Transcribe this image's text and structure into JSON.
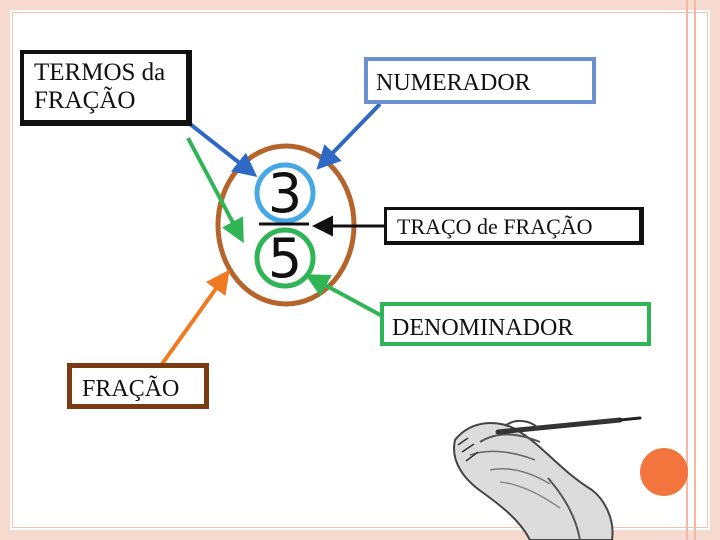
{
  "labels": {
    "termos": "TERMOS da FRAÇÃO",
    "numerador": "NUMERADOR",
    "traco": "TRAÇO de FRAÇÃO",
    "denominador": "DENOMINADOR",
    "fracao": "FRAÇÃO"
  },
  "fraction": {
    "numerator": "3",
    "denominator": "5"
  },
  "colors": {
    "termos_border": "#111111",
    "numerador_border": "#6a90d0",
    "denominador_border": "#2fb556",
    "fracao_border": "#7a3b12",
    "ellipse": "#b5642b",
    "numerator_circle": "#46a9e6",
    "denominator_circle": "#2fb556",
    "arrow_blue": "#2f69c4",
    "arrow_green": "#2fb556",
    "arrow_orange": "#f07a21",
    "accent_dot": "#f4743d"
  },
  "icons": [
    "hand-writing-illustration",
    "accent-dot"
  ]
}
